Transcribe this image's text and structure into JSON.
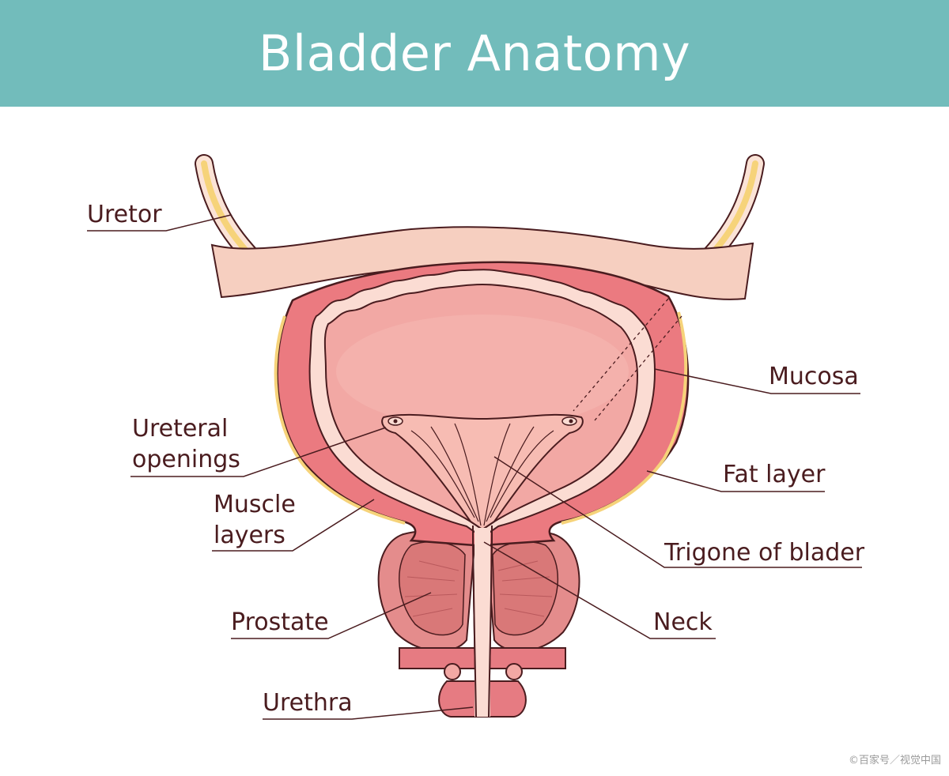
{
  "title": "Bladder Anatomy",
  "labels": {
    "uretor": "Uretor",
    "mucosa": "Mucosa",
    "ureteral_openings_1": "Ureteral",
    "ureteral_openings_2": "openings",
    "fat_layer": "Fat layer",
    "muscle_layers_1": "Muscle",
    "muscle_layers_2": "layers",
    "trigone": "Trigone of blader",
    "prostate": "Prostate",
    "neck": "Neck",
    "urethra": "Urethra"
  },
  "watermark": "©百家号／视觉中国",
  "colors": {
    "banner": "#72bcbb",
    "outline": "#4a1c1f",
    "outer_wall": "#eb7a80",
    "inner_lumen": "#f2a8a4",
    "mucosa_band": "#fbdcd3",
    "fat_layer": "#f6d37a",
    "peritoneum": "#f6cfc0"
  }
}
